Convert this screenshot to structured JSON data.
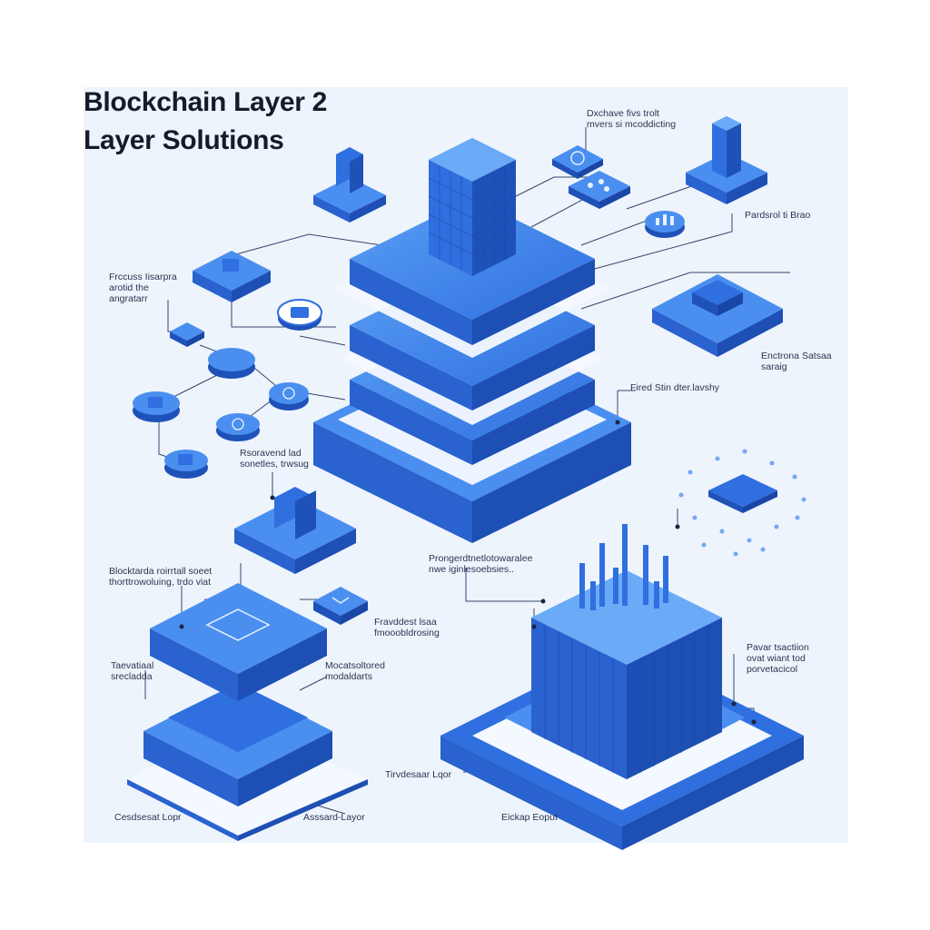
{
  "title": {
    "line1": "Blockchain Layer 2",
    "line2": "Layer Solutions"
  },
  "labels": {
    "top_center_1": "Dxchave fivs trolt",
    "top_center_2": "mvers si mcoddicting",
    "right_top": "Pardsrol ti Brao",
    "left_top_1": "Frccuss Iisarpra",
    "left_top_2": "arotid the",
    "left_top_3": "angratarr",
    "right_mid_1": "Enctrona Satsaa",
    "right_mid_2": "saraig",
    "stack_right": "Fired Stin dter.lavshy",
    "mid_left_1": "Rsoravend lad",
    "mid_left_2": "sonetles, trwsug",
    "center_1": "Prongerdtnetlotowaralee",
    "center_2": "nwe iginlesoebsies..",
    "left_block_1": "Blocktarda roirrtall soeet",
    "left_block_2": "thorttrowoluing, trdo viat",
    "small_right_1": "Fravddest lsaa",
    "small_right_2": "fmooobldrosing",
    "left_lower_1": "Taevatiaal",
    "left_lower_2": "srecladda",
    "mid_lower_1": "Mocatsoltored",
    "mid_lower_2": "modaldarts",
    "right_tower_1": "Pavar tsactiion",
    "right_tower_2": "ovat wiant tod",
    "right_tower_3": "porvetacicol",
    "bottom_center": "Tirvdesaar Lqor",
    "bottom_left_a": "Cesdsesat Lopr",
    "bottom_left_b": "Asssard-Layor",
    "bottom_right": "Eickap Eoput"
  },
  "colors": {
    "primary": "#2f6fe0",
    "primary_light": "#4a8ff0",
    "primary_dark": "#1f52b8",
    "plate_white": "#f4f8ff",
    "background": "#eef4fc",
    "text": "#2b3550",
    "title_text": "#141b2b",
    "lines": "#34466b"
  },
  "icons": [
    "blocks-icon",
    "coin-icon",
    "swap-icon",
    "network-icon",
    "chart-icon",
    "lock-icon",
    "node-icon"
  ]
}
